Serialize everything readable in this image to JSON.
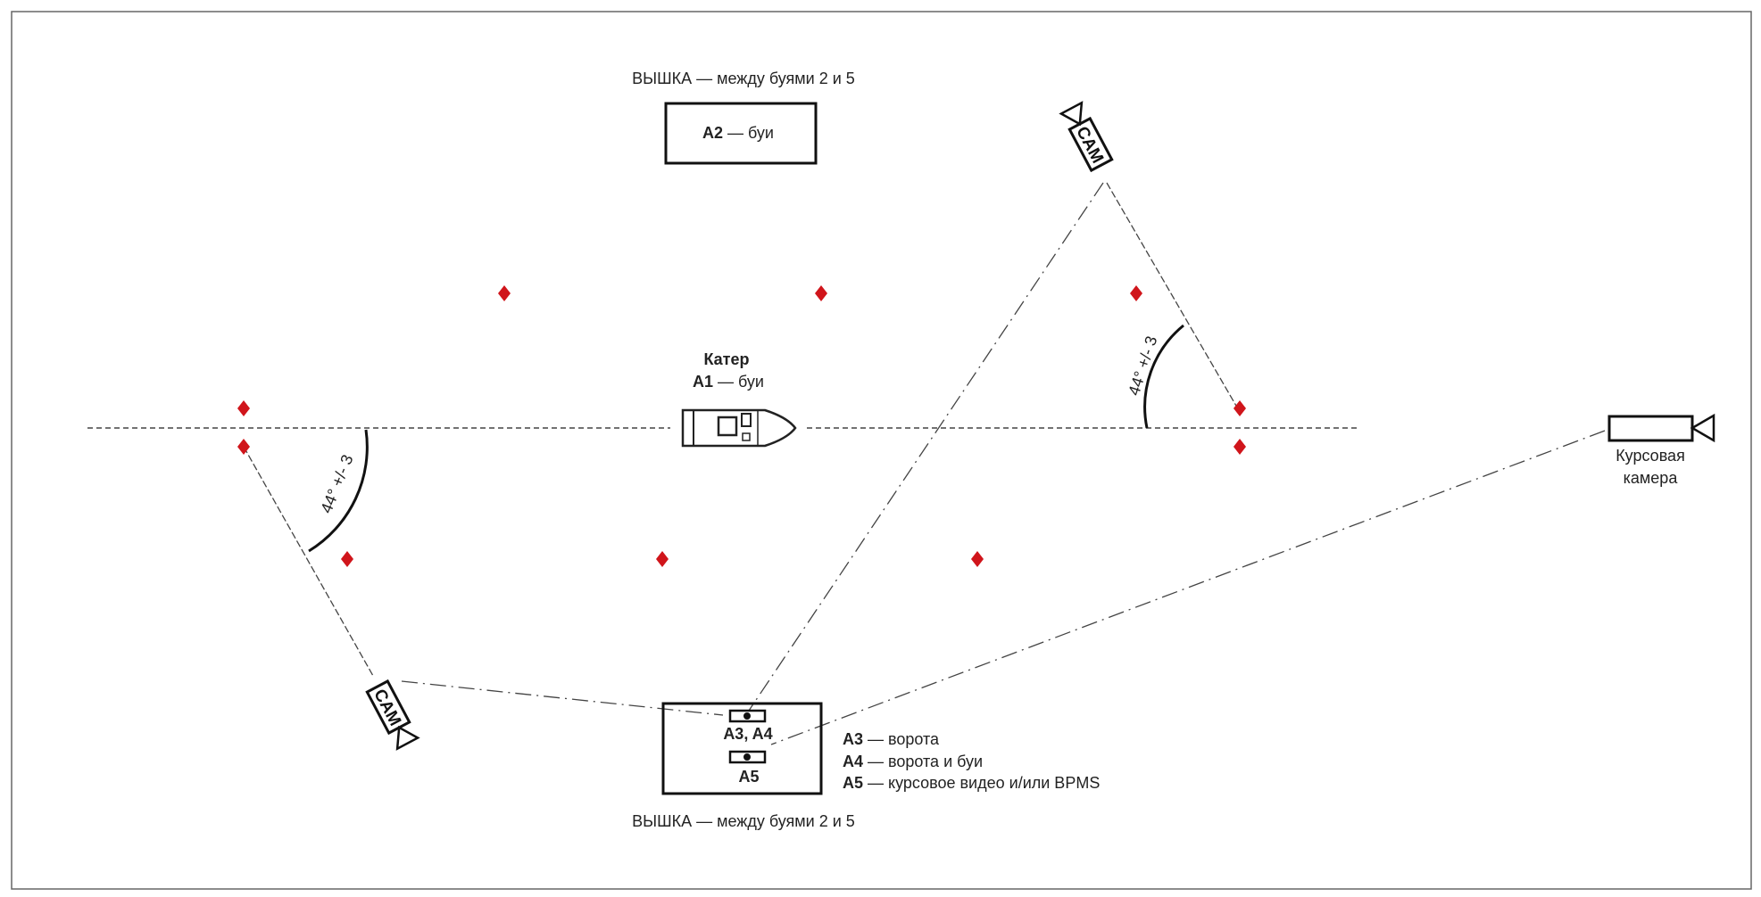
{
  "top_tower_caption": "ВЫШКА — между буями 2 и 5",
  "top_tower_box": {
    "code": "A2",
    "text": " — буи"
  },
  "boat": {
    "title": "Катер",
    "code": "A1",
    "text": " — буи"
  },
  "camera_label": "CAM",
  "angle_label": "44° +/- 3",
  "course_camera": {
    "line1": "Курсовая",
    "line2": "камера"
  },
  "bottom_tower": {
    "slot1_label": "A3, A4",
    "slot2_label": "A5",
    "caption": "ВЫШКА — между буями 2 и 5"
  },
  "legend": [
    {
      "code": "A3",
      "text": " — ворота"
    },
    {
      "code": "A4",
      "text": " — ворота и буи"
    },
    {
      "code": "A5",
      "text": " — курсовое видео и/или BPMS"
    }
  ],
  "colors": {
    "buoy": "#d0151b",
    "line": "#444444"
  }
}
